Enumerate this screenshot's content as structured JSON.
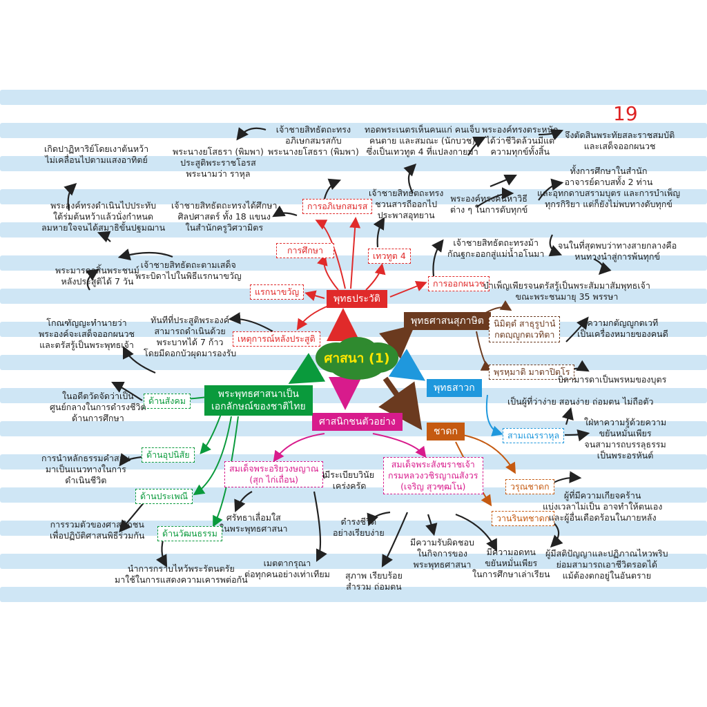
{
  "page_number": "19",
  "center": {
    "label": "ศาสนา (1)",
    "color": "#2f8a2f"
  },
  "branches": {
    "history": {
      "label": "พุทธประวัติ",
      "color": "#e02a2a"
    },
    "proverbs": {
      "label": "พุทธศาสนสุภาษิต",
      "color": "#6b3a1f"
    },
    "disciples": {
      "label": "พุทธสาวก",
      "color": "#1f98dd"
    },
    "jataka": {
      "label": "ชาดก",
      "color": "#c55a11"
    },
    "exemplary": {
      "label": "ศาสนิกชนตัวอย่าง",
      "color": "#d81b8c"
    },
    "thai_identity": {
      "label": "พระพุทธศาสนาเป็น\nเอกลักษณ์ของชาติไทย",
      "color": "#0a9a3c"
    }
  },
  "history_boxes": {
    "abhisek": "การอภิเษกสมรส",
    "education": "การศึกษา",
    "four_signs": "เทวทูต 4",
    "renounce": "การออกผนวช",
    "first_plough": "แรกนาขวัญ",
    "birth_event": "เหตุการณ์หลังประสูติ"
  },
  "history_texts": {
    "abhisek_1": "เจ้าชายสิทธัตถะทรง\nอภิเษกสมรสกับ\nพระนางยโสธรา (พิมพา)",
    "abhisek_2": "พระนางยโสธรา (พิมพา)\nประสูติพระราชโอรส\nพระนามว่า ราหุล",
    "education_1": "เจ้าชายสิทธัตถะทรงได้ศึกษา\nศิลปศาสตร์ ทั้ง 18 แขนง\nในสำนักครูวิศวามิตร",
    "signs_1": "ทอดพระเนตรเห็นคนแก่ คนเจ็บ\nคนตาย และสมณะ (นักบวช)\nซึ่งเป็นเทวทูต 4 ที่แปลงกายมา",
    "signs_2": "เจ้าชายสิทธัตถะทรง\nชวนสารถีออกไป\nประพาสอุทยาน",
    "renounce_1": "พระองค์ทรงตระหนัก\nได้ว่าชีวิตล้วนมีแต่\nความทุกข์ทั้งสิ้น",
    "renounce_2": "จึงตัดสินพระทัยสละราชสมบัติ\nและเสด็จออกผนวช",
    "renounce_3": "พระองค์ทรงค้นหาวิธี\nต่าง ๆ ในการดับทุกข์",
    "renounce_4": "ทั้งการศึกษาในสำนัก\nอาจารย์ดาบสทั้ง 2 ท่าน\nและอุทกดาบสรามบุตร และการบำเพ็ญ\nทุกรกิริยา แต่ก็ยังไม่พบทางดับทุกข์",
    "renounce_5": "เจ้าชายสิทธัตถะทรงม้า\nกัณฐกะออกสู่แม่น้ำอโนมา",
    "renounce_6": "จนในที่สุดพบว่าทางสายกลางคือ\nหนทางนำสู่การพ้นทุกข์",
    "renounce_7": "บำเพ็ญเพียรจนตรัสรู้เป็นพระสัมมาสัมพุทธเจ้า\nขณะพระชนมายุ 35 พรรษา",
    "plough_1": "เจ้าชายสิทธัตถะตามเสด็จ\nพระบิดาไปในพิธีแรกนาขวัญ",
    "plough_2": "พระมารดาสิ้นพระชนม์\nหลังประสูติได้ 7 วัน",
    "plough_3": "พระองค์ทรงดำเนินไปประทับ\nใต้ร่มต้นหว้าแล้วนั่งกำหนด\nลมหายใจจนได้สมาธิขั้นปฐมฌาน",
    "plough_4": "เกิดปาฏิหาริย์โดยเงาต้นหว้า\nไม่เคลื่อนไปตามแสงอาทิตย์",
    "birth_1": "ทันทีที่ประสูติพระองค์\nสามารถดำเนินด้วย\nพระบาทได้ 7 ก้าว\nโดยมีดอกบัวผุดมารองรับ",
    "birth_2": "โกณฑัญญะทำนายว่า\nพระองค์จะเสด็จออกผนวช\nและตรัสรู้เป็นพระพุทธเจ้า"
  },
  "proverb_boxes": {
    "p1": "นิมิตฺตํ สาธุรูปานํ\nกตญฺญูกตเวทิตา",
    "p2": "พฺรหฺมาติ มาตาปิตโร"
  },
  "proverb_texts": {
    "p1": "ความกตัญญูกตเวที\nเป็นเครื่องหมายของคนดี",
    "p2": "บิดามารดาเป็นพรหมของบุตร"
  },
  "disciple_box": "สามเณรราหุล",
  "disciple_texts": {
    "d1": "เป็นผู้ที่ว่าง่าย สอนง่าย ถ่อมตน ไม่ถือตัว",
    "d2": "ใฝ่หาความรู้ด้วยความ\nขยันหมั่นเพียร\nจนสามารถบรรลุธรรม\nเป็นพระอรหันต์"
  },
  "jataka_boxes": {
    "j1": "วรุณชาดก",
    "j2": "วานรินทชาดก"
  },
  "jataka_texts": {
    "j1": "ผู้ที่มีความเกียจคร้าน\nแบ่งเวลาไม่เป็น อาจทำให้ตนเอง\nและผู้อื่นเดือดร้อนในภายหลัง",
    "j2": "ผู้มีสติปัญญาและปฏิภาณไหวพริบ\nย่อมสามารถเอาชีวิตรอดได้\nแม้ต้องตกอยู่ในอันตราย"
  },
  "exemplary_boxes": {
    "e1": "สมเด็จพระอริยวงษญาณ\n(สุก ไก่เถื่อน)",
    "e2": "สมเด็จพระสังฆราชเจ้า\nกรมหลวงวชิรญาณสังวร\n(เจริญ สุวฑฺฒโน)"
  },
  "exemplary_texts": {
    "e1a": "มีระเบียบวินัย\nเคร่งครัด",
    "e1b": "ศรัทธาเลื่อมใส\nในพระพุทธศาสนา",
    "e1c": "เมตตากรุณา\nต่อทุกคนอย่างเท่าเทียม",
    "e2a": "ดำรงชีวิต\nอย่างเรียบง่าย",
    "e2b": "สุภาพ เรียบร้อย\nสำรวม ถ่อมตน",
    "e2c": "มีความรับผิดชอบ\nในกิจการของ\nพระพุทธศาสนา",
    "e2d": "มีความอดทน\nขยันหมั่นเพียร\nในการศึกษาเล่าเรียน"
  },
  "thai_boxes": {
    "social": "ด้านสังคม",
    "habit": "ด้านอุปนิสัย",
    "tradition": "ด้านประเพณี",
    "culture": "ด้านวัฒนธรรม"
  },
  "thai_texts": {
    "social": "ในอดีตวัดจัดว่าเป็น\nศูนย์กลางในการดำรงชีวิต\nด้านการศึกษา",
    "habit": "การนำหลักธรรมคำสอน\nมาเป็นแนวทางในการ\nดำเนินชีวิต",
    "tradition": "การรวมตัวของศาสนิกชน\nเพื่อปฏิบัติศาสนพิธีร่วมกัน",
    "culture": "นำการกราบไหว้พระรัตนตรัย\nมาใช้ในการแสดงความเคารพต่อกัน"
  }
}
